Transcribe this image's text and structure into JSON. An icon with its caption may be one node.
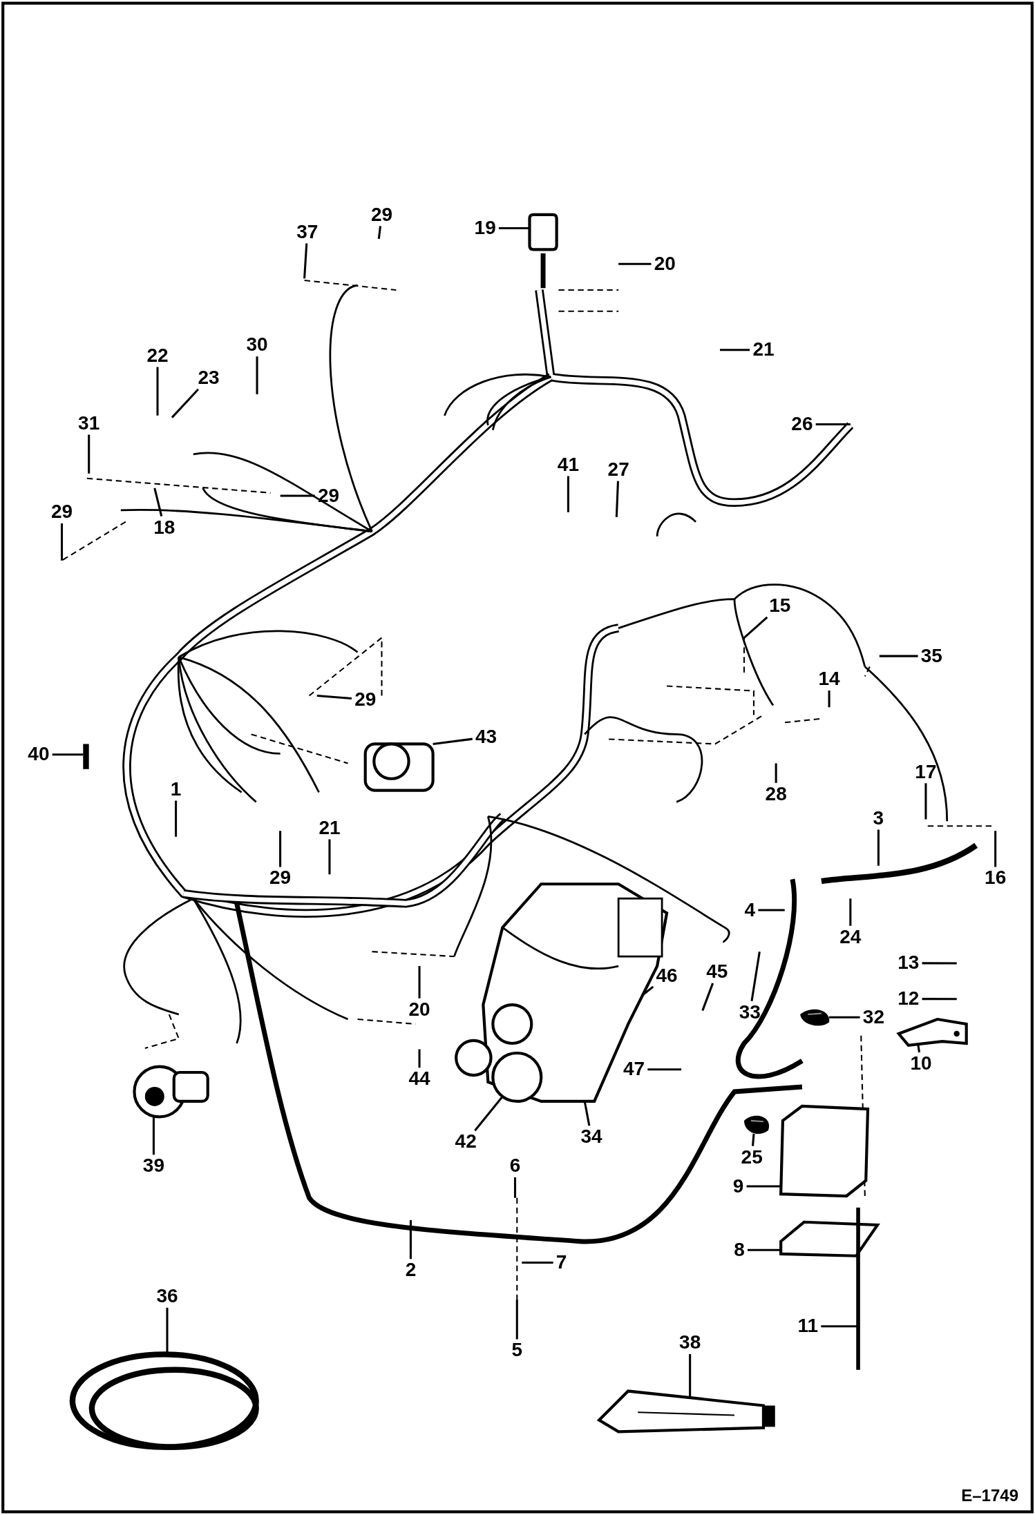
{
  "diagram": {
    "nodes": [
      {
        "text": [
          "29"
        ]
      },
      {
        "text": [
          "19"
        ]
      },
      {
        "text": [
          "37"
        ]
      },
      {
        "text": [
          "20"
        ]
      },
      {
        "text": [
          "30"
        ]
      },
      {
        "text": [
          "21"
        ]
      },
      {
        "text": [
          "22"
        ]
      },
      {
        "text": [
          "23"
        ]
      },
      {
        "text": [
          "31"
        ]
      },
      {
        "text": [
          "26"
        ]
      },
      {
        "text": [
          "41"
        ]
      },
      {
        "text": [
          "27"
        ]
      },
      {
        "text": [
          "29"
        ]
      },
      {
        "text": [
          "29"
        ]
      },
      {
        "text": [
          "18"
        ]
      },
      {
        "text": [
          "15"
        ]
      },
      {
        "text": [
          "35"
        ]
      },
      {
        "text": [
          "14"
        ]
      },
      {
        "text": [
          "29"
        ]
      },
      {
        "text": [
          "43"
        ]
      },
      {
        "text": [
          "40"
        ]
      },
      {
        "text": [
          "17"
        ]
      },
      {
        "text": [
          "1"
        ]
      },
      {
        "text": [
          "28"
        ]
      },
      {
        "text": [
          "3"
        ]
      },
      {
        "text": [
          "21"
        ]
      },
      {
        "text": [
          "29"
        ]
      },
      {
        "text": [
          "16"
        ]
      },
      {
        "text": [
          "4"
        ]
      },
      {
        "text": [
          "24"
        ]
      },
      {
        "text": [
          "13"
        ]
      },
      {
        "text": [
          "46"
        ]
      },
      {
        "text": [
          "45"
        ]
      },
      {
        "text": [
          "12"
        ]
      },
      {
        "text": [
          "33"
        ]
      },
      {
        "text": [
          "20"
        ]
      },
      {
        "text": [
          "32"
        ]
      },
      {
        "text": [
          "10"
        ]
      },
      {
        "text": [
          "47"
        ]
      },
      {
        "text": [
          "44"
        ]
      },
      {
        "text": [
          "34"
        ]
      },
      {
        "text": [
          "42"
        ]
      },
      {
        "text": [
          "25"
        ]
      },
      {
        "text": [
          "39"
        ]
      },
      {
        "text": [
          "6"
        ]
      },
      {
        "text": [
          "9"
        ]
      },
      {
        "text": [
          "8"
        ]
      },
      {
        "text": [
          "7"
        ]
      },
      {
        "text": [
          "2"
        ]
      },
      {
        "text": [
          "36"
        ]
      },
      {
        "text": [
          "11"
        ]
      },
      {
        "text": [
          "38"
        ]
      },
      {
        "text": [
          "5"
        ]
      },
      {
        "text": [],
        "shape": "box"
      },
      {
        "text": [],
        "shape": "bar"
      },
      {
        "text": [],
        "shape": "picture"
      },
      {
        "text": [],
        "shape": "picture"
      },
      {
        "text": [],
        "shape": "picture"
      },
      {
        "text": [],
        "shape": "picture"
      },
      {
        "text": [],
        "shape": "picture"
      },
      {
        "text": [],
        "shape": "picture"
      },
      {
        "text": [],
        "shape": "box"
      },
      {
        "text": [],
        "shape": "box"
      },
      {
        "text": [],
        "shape": "bar"
      },
      {
        "text": [],
        "shape": "picture"
      },
      {
        "text": [],
        "shape": "picture"
      }
    ],
    "edges": [
      {
        "from": 0,
        "to": null,
        "arrow": "none"
      },
      {
        "from": 1,
        "to": 53,
        "arrow": "none"
      },
      {
        "from": 2,
        "to": null,
        "arrow": "none"
      },
      {
        "from": 3,
        "to": null,
        "arrow": "none"
      },
      {
        "from": 4,
        "to": null,
        "arrow": "none"
      },
      {
        "from": 5,
        "to": null,
        "arrow": "none"
      },
      {
        "from": 6,
        "to": null,
        "arrow": "none"
      },
      {
        "from": 7,
        "to": null,
        "arrow": "none"
      },
      {
        "from": 8,
        "to": null,
        "arrow": "none"
      },
      {
        "from": 9,
        "to": null,
        "arrow": "none"
      },
      {
        "from": 10,
        "to": null,
        "arrow": "none"
      },
      {
        "from": 11,
        "to": null,
        "arrow": "none"
      },
      {
        "from": 12,
        "to": null,
        "arrow": "none"
      },
      {
        "from": 13,
        "to": null,
        "arrow": "none"
      },
      {
        "from": 14,
        "to": null,
        "arrow": "none"
      },
      {
        "from": 15,
        "to": null,
        "arrow": "none"
      },
      {
        "from": 16,
        "to": null,
        "arrow": "none"
      },
      {
        "from": 17,
        "to": null,
        "arrow": "none"
      },
      {
        "from": 18,
        "to": null,
        "arrow": "none"
      },
      {
        "from": 19,
        "to": 55,
        "arrow": "none"
      },
      {
        "from": 20,
        "to": 54,
        "arrow": "none"
      },
      {
        "from": 21,
        "to": null,
        "arrow": "none"
      },
      {
        "from": 22,
        "to": null,
        "arrow": "none"
      },
      {
        "from": 23,
        "to": null,
        "arrow": "none"
      },
      {
        "from": 24,
        "to": null,
        "arrow": "none"
      },
      {
        "from": 25,
        "to": null,
        "arrow": "none"
      },
      {
        "from": 26,
        "to": null,
        "arrow": "none"
      },
      {
        "from": 27,
        "to": null,
        "arrow": "none"
      },
      {
        "from": 28,
        "to": null,
        "arrow": "none"
      },
      {
        "from": 29,
        "to": null,
        "arrow": "none"
      },
      {
        "from": 30,
        "to": null,
        "arrow": "none"
      },
      {
        "from": 31,
        "to": 56,
        "arrow": "none"
      },
      {
        "from": 32,
        "to": null,
        "arrow": "none"
      },
      {
        "from": 33,
        "to": null,
        "arrow": "none"
      },
      {
        "from": 34,
        "to": null,
        "arrow": "none"
      },
      {
        "from": 35,
        "to": null,
        "arrow": "none"
      },
      {
        "from": 36,
        "to": 57,
        "arrow": "none"
      },
      {
        "from": 37,
        "to": 58,
        "arrow": "none"
      },
      {
        "from": 38,
        "to": null,
        "arrow": "none"
      },
      {
        "from": 39,
        "to": null,
        "arrow": "none"
      },
      {
        "from": 40,
        "to": 56,
        "arrow": "none"
      },
      {
        "from": 41,
        "to": 56,
        "arrow": "none"
      },
      {
        "from": 42,
        "to": 60,
        "arrow": "none"
      },
      {
        "from": 43,
        "to": 59,
        "arrow": "none"
      },
      {
        "from": 44,
        "to": null,
        "arrow": "none"
      },
      {
        "from": 45,
        "to": 61,
        "arrow": "none"
      },
      {
        "from": 46,
        "to": 62,
        "arrow": "none"
      },
      {
        "from": 47,
        "to": null,
        "arrow": "none"
      },
      {
        "from": 48,
        "to": null,
        "arrow": "none"
      },
      {
        "from": 49,
        "to": 64,
        "arrow": "none"
      },
      {
        "from": 50,
        "to": 63,
        "arrow": "none"
      },
      {
        "from": 51,
        "to": 65,
        "arrow": "none"
      },
      {
        "from": 52,
        "to": null,
        "arrow": "none"
      }
    ],
    "labels": [
      "E–1749"
    ]
  }
}
